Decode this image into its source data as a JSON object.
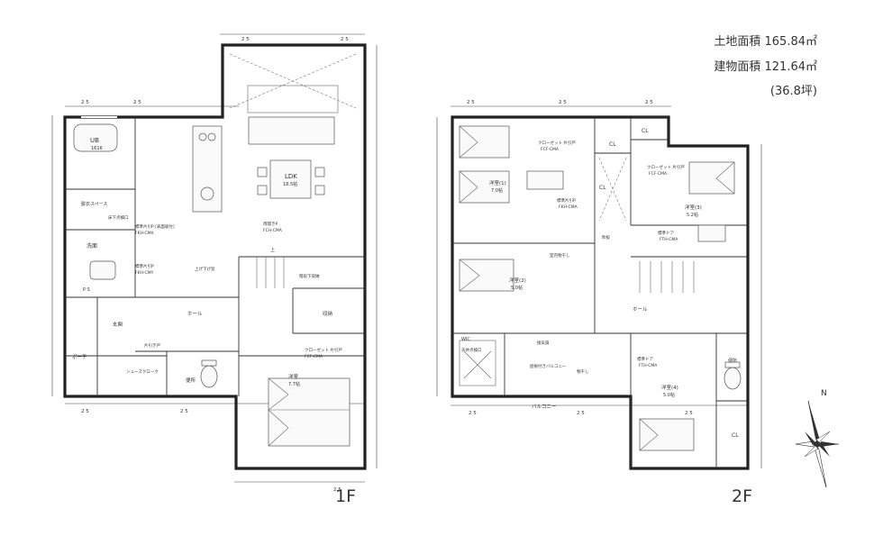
{
  "summary": {
    "land_area": "土地面積 165.84㎡",
    "building_area": "建物面積 121.64㎡",
    "tsubo": "(36.8坪)"
  },
  "floor1": {
    "label": "1F",
    "rooms": {
      "ub": "UB",
      "ub_size": "1616",
      "ldk": "LDK",
      "ldk_size": "18.5帖",
      "senmen": "洗面",
      "datsui": "脱衣スペース",
      "genkan": "玄関",
      "hall": "ホール",
      "porch": "ポーチ",
      "shoe_cl": "シューズクローク",
      "toilet": "便所",
      "youshitsu": "洋室",
      "youshitsu_size": "7.7帖",
      "shuno": "収納",
      "kaidan": "階段下収納",
      "ps": "P S",
      "kodou": "床下点検口"
    },
    "notes": {
      "window1": "標準片引P [表面吸付]",
      "window1b": "FKH-CMX",
      "window2": "標準片引P",
      "window2b": "FKH-CMY",
      "door1": "両開きP",
      "door1b": "FCH-CMA",
      "door2": "クローゼット 片引戸",
      "door2b": "FCF-CMA",
      "glass": "上げ下げ窓",
      "kaidan_up": "上",
      "sliding": "片引き戸"
    }
  },
  "floor2": {
    "label": "2F",
    "rooms": {
      "yo1": "洋室(1)",
      "yo1_size": "7.0帖",
      "yo2": "洋室(2)",
      "yo2_size": "5.0帖",
      "yo3": "洋室(3)",
      "yo3_size": "5.2帖",
      "yo4": "洋室(4)",
      "yo4_size": "5.0帖",
      "cl": "CL",
      "hall": "ホール",
      "toilet": "便所",
      "wic": "WIC",
      "balcony": "バルコニー",
      "balcony_roof": "屋根付きバルコニー",
      "tenjo": "天井点検口",
      "hoshi": "物干し",
      "fukinuke": "吹抜",
      "kanki": "換気扇"
    },
    "notes": {
      "door_a": "クローゼット 片引戸",
      "door_a2": "FCF-CMA",
      "door_b": "標準ドア",
      "door_b2": "FTH-CMA",
      "win_a": "標準片引P",
      "win_a2": "FKH-CMA",
      "shitsu": "室内物干し"
    }
  },
  "dims": {
    "d25": "2 5"
  },
  "compass": {
    "north": "N"
  }
}
